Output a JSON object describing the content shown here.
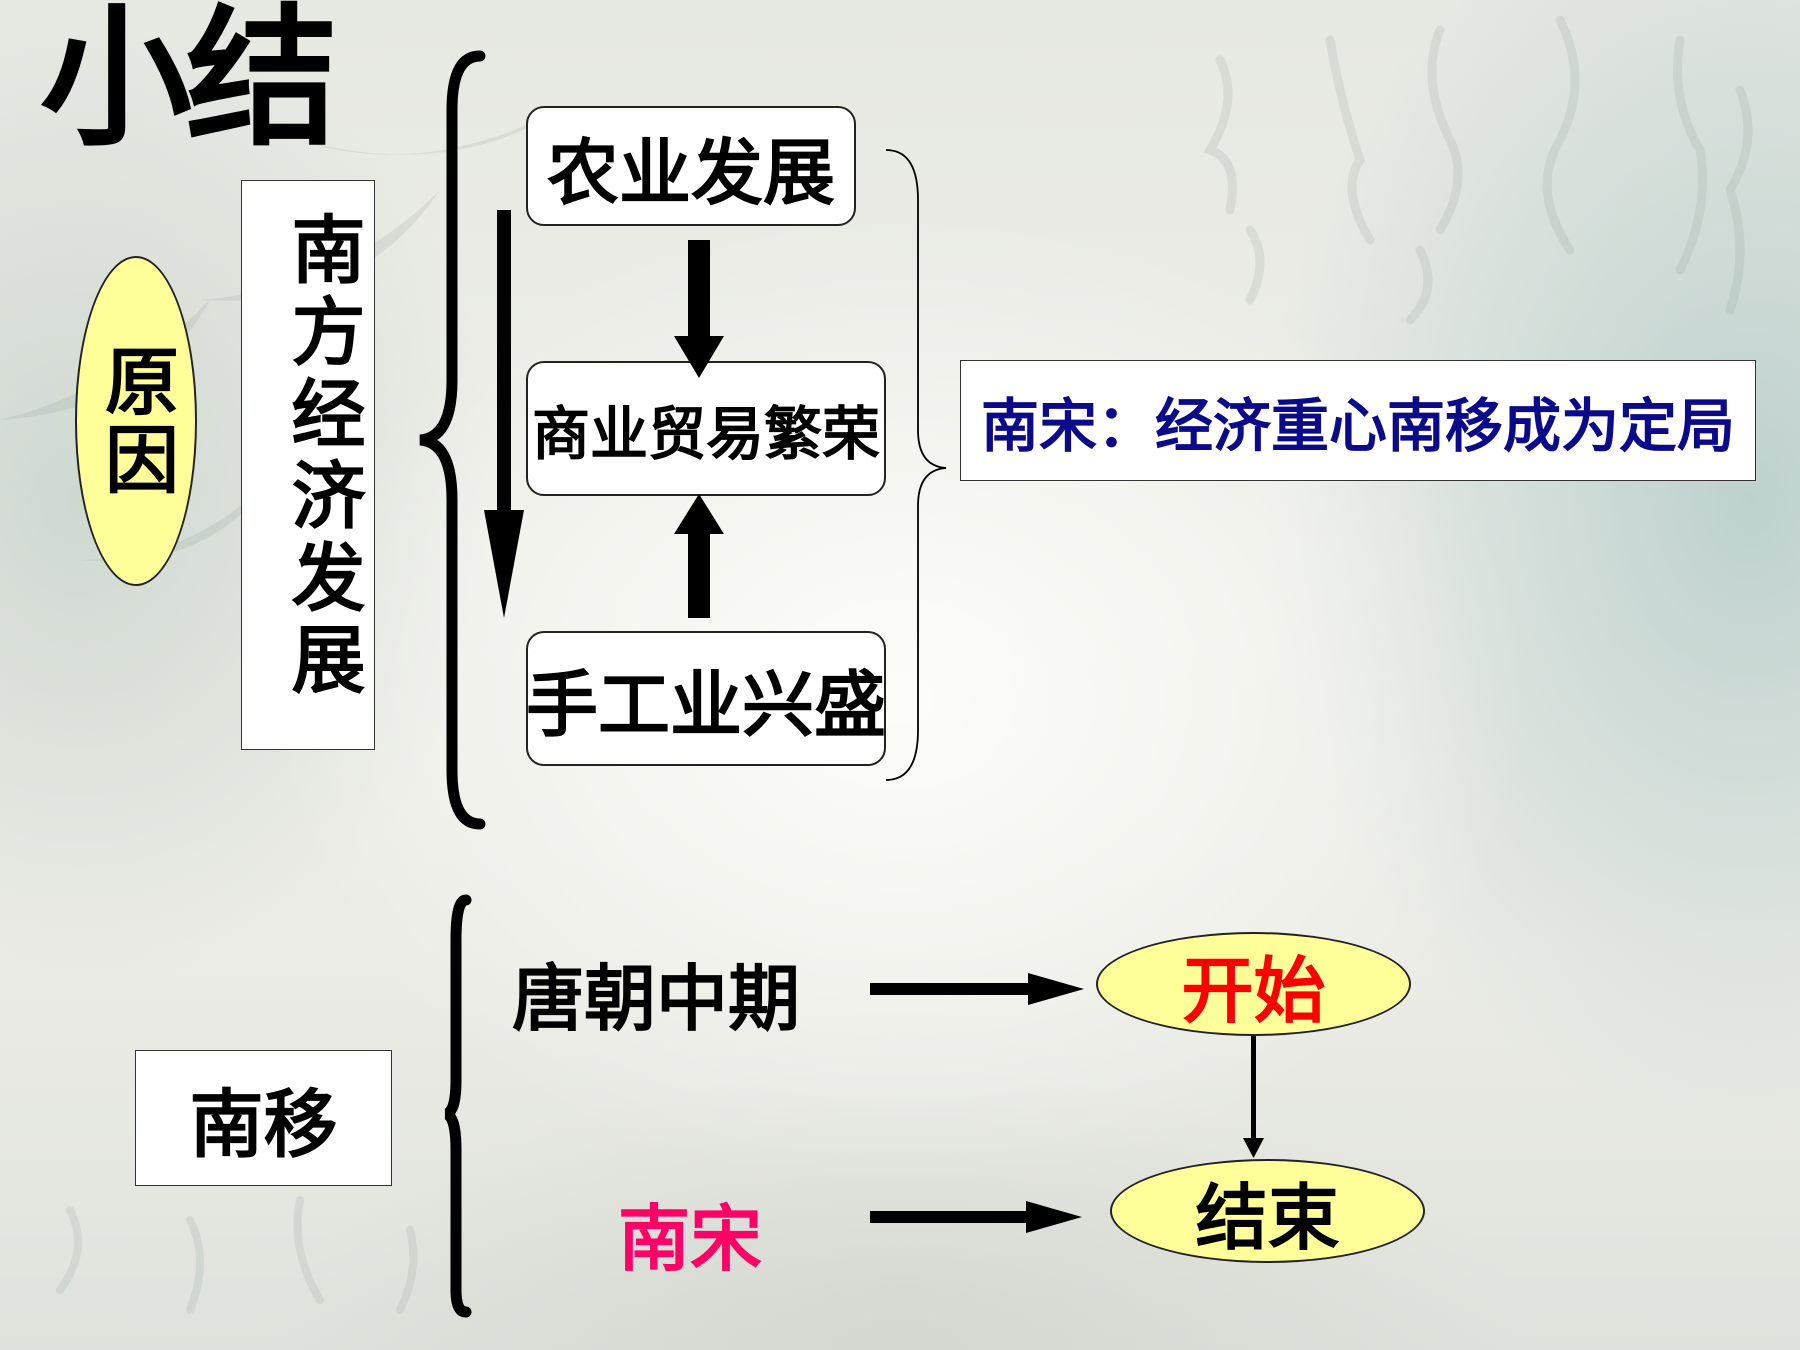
{
  "title": "小结",
  "cause": {
    "label": "原因",
    "topic": "南方经济发展",
    "items": [
      "农业发展",
      "商业贸易繁荣",
      "手工业兴盛"
    ],
    "conclusion": "南宋：经济重心南移成为定局"
  },
  "shift": {
    "label": "南移",
    "stages": [
      {
        "period": "唐朝中期",
        "state": "开始"
      },
      {
        "period": "南宋",
        "state": "结束"
      }
    ]
  },
  "colors": {
    "oval_fill": "#ffff99",
    "conclusion_text": "#0a0a8a",
    "start_text": "#ff0000",
    "song_text": "#ff0066"
  }
}
